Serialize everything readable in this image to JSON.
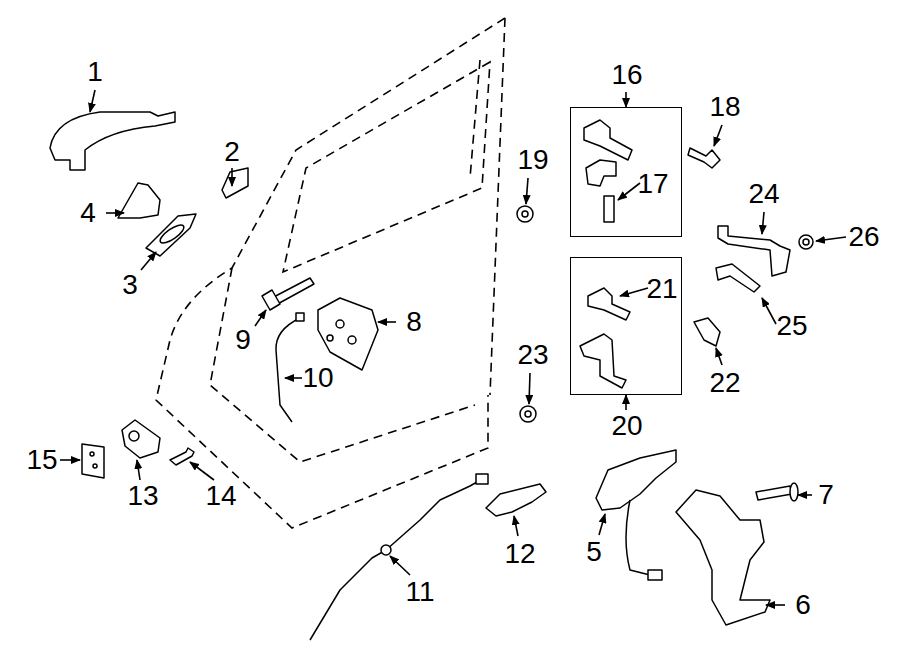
{
  "diagram": {
    "nodes": [
      {
        "text": [
          "16",
          "17"
        ]
      },
      {
        "text": [
          "20",
          "21"
        ]
      }
    ],
    "labels": [
      "1",
      "2",
      "18",
      "19",
      "24",
      "4",
      "26",
      "3",
      "9",
      "8",
      "25",
      "10",
      "23",
      "22",
      "15",
      "13",
      "14",
      "7",
      "12",
      "5",
      "11",
      "6"
    ]
  }
}
